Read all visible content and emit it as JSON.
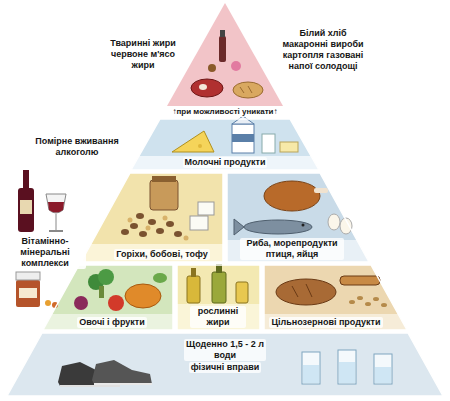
{
  "diagram": {
    "nodes": [
      {
        "text": [
          "Молочні продукти"
        ]
      },
      {
        "text": [
          "Горіхи, бобові, тофу"
        ]
      },
      {
        "text": [
          "Риба, морепродукти птиця, яйця"
        ]
      },
      {
        "text": [
          "Овочі і фрукти"
        ]
      },
      {
        "text": [
          "рослинні жири"
        ]
      },
      {
        "text": [
          "Цільнозернові продукти"
        ]
      },
      {
        "text": [
          "Щоденно 1,5 - 2 л води",
          "фізичні вправи"
        ]
      }
    ],
    "labels": [
      "Тваринні жири червоне м'ясо жири",
      "Білий хліб макаронні вироби картопля газовані напої солодощі",
      "↑при можливості уникати↑",
      "Помірне вживання алкоголю",
      "Вітамінно-мінеральні комплекси"
    ]
  }
}
